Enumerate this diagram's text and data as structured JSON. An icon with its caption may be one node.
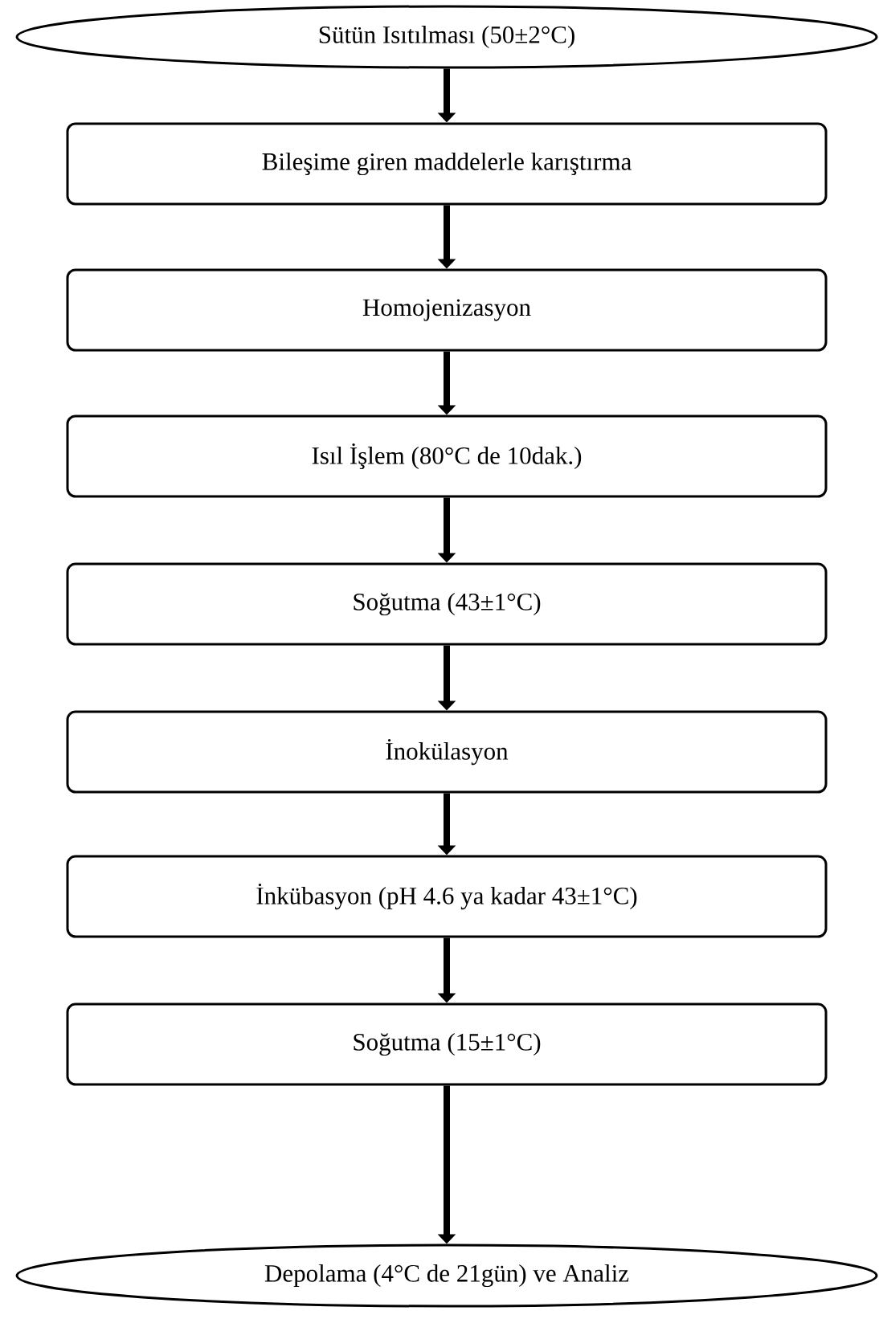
{
  "diagram": {
    "nodes": [
      {
        "text": [
          "Sütün Isıtılması (50±2°C)"
        ]
      },
      {
        "text": [
          "Bileşime giren maddelerle karıştırma"
        ]
      },
      {
        "text": [
          "Homojenizasyon"
        ]
      },
      {
        "text": [
          "Isıl İşlem (80°C de 10dak.)"
        ]
      },
      {
        "text": [
          "Soğutma (43±1°C)"
        ]
      },
      {
        "text": [
          "İnokülasyon"
        ]
      },
      {
        "text": [
          "İnkübasyon (pH 4.6 ya kadar 43±1°C)"
        ]
      },
      {
        "text": [
          "Soğutma (15±1°C)"
        ]
      },
      {
        "text": [
          "Depolama (4°C de 21gün) ve Analiz"
        ]
      }
    ],
    "edges": [
      {
        "from": 0,
        "to": 1,
        "arrow": "to"
      },
      {
        "from": 1,
        "to": 2,
        "arrow": "to"
      },
      {
        "from": 2,
        "to": 3,
        "arrow": "to"
      },
      {
        "from": 3,
        "to": 4,
        "arrow": "to"
      },
      {
        "from": 4,
        "to": 5,
        "arrow": "to"
      },
      {
        "from": 5,
        "to": 6,
        "arrow": "to"
      },
      {
        "from": 6,
        "to": 7,
        "arrow": "to"
      },
      {
        "from": 7,
        "to": 8,
        "arrow": "to"
      }
    ]
  }
}
